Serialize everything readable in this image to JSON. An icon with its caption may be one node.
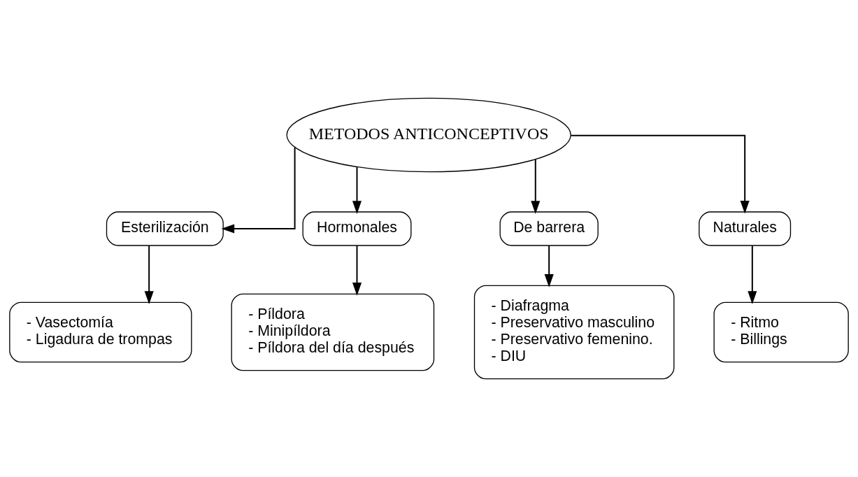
{
  "diagram": {
    "nodes": [
      {
        "text": [
          "METODOS ANTICONCEPTIVOS"
        ]
      },
      {
        "text": [
          "Esterilización"
        ]
      },
      {
        "text": [
          "Hormonales"
        ]
      },
      {
        "text": [
          "De barrera"
        ]
      },
      {
        "text": [
          "Naturales"
        ]
      },
      {
        "text": [
          "- Vasectomía",
          "- Ligadura de trompas"
        ]
      },
      {
        "text": [
          "- Píldora",
          "- Minipíldora",
          "- Píldora del día después"
        ]
      },
      {
        "text": [
          "- Diafragma",
          "- Preservativo masculino",
          "- Preservativo femenino.",
          "- DIU"
        ]
      },
      {
        "text": [
          "- Ritmo",
          "- Billings"
        ]
      }
    ],
    "edges": [
      {
        "from": 0,
        "to": 1,
        "arrow": "to"
      },
      {
        "from": 0,
        "to": 2,
        "arrow": "to"
      },
      {
        "from": 0,
        "to": 3,
        "arrow": "to"
      },
      {
        "from": 0,
        "to": 4,
        "arrow": "to"
      },
      {
        "from": 1,
        "to": 5,
        "arrow": "to"
      },
      {
        "from": 2,
        "to": 6,
        "arrow": "to"
      },
      {
        "from": 3,
        "to": 7,
        "arrow": "to"
      },
      {
        "from": 4,
        "to": 8,
        "arrow": "to"
      }
    ]
  }
}
